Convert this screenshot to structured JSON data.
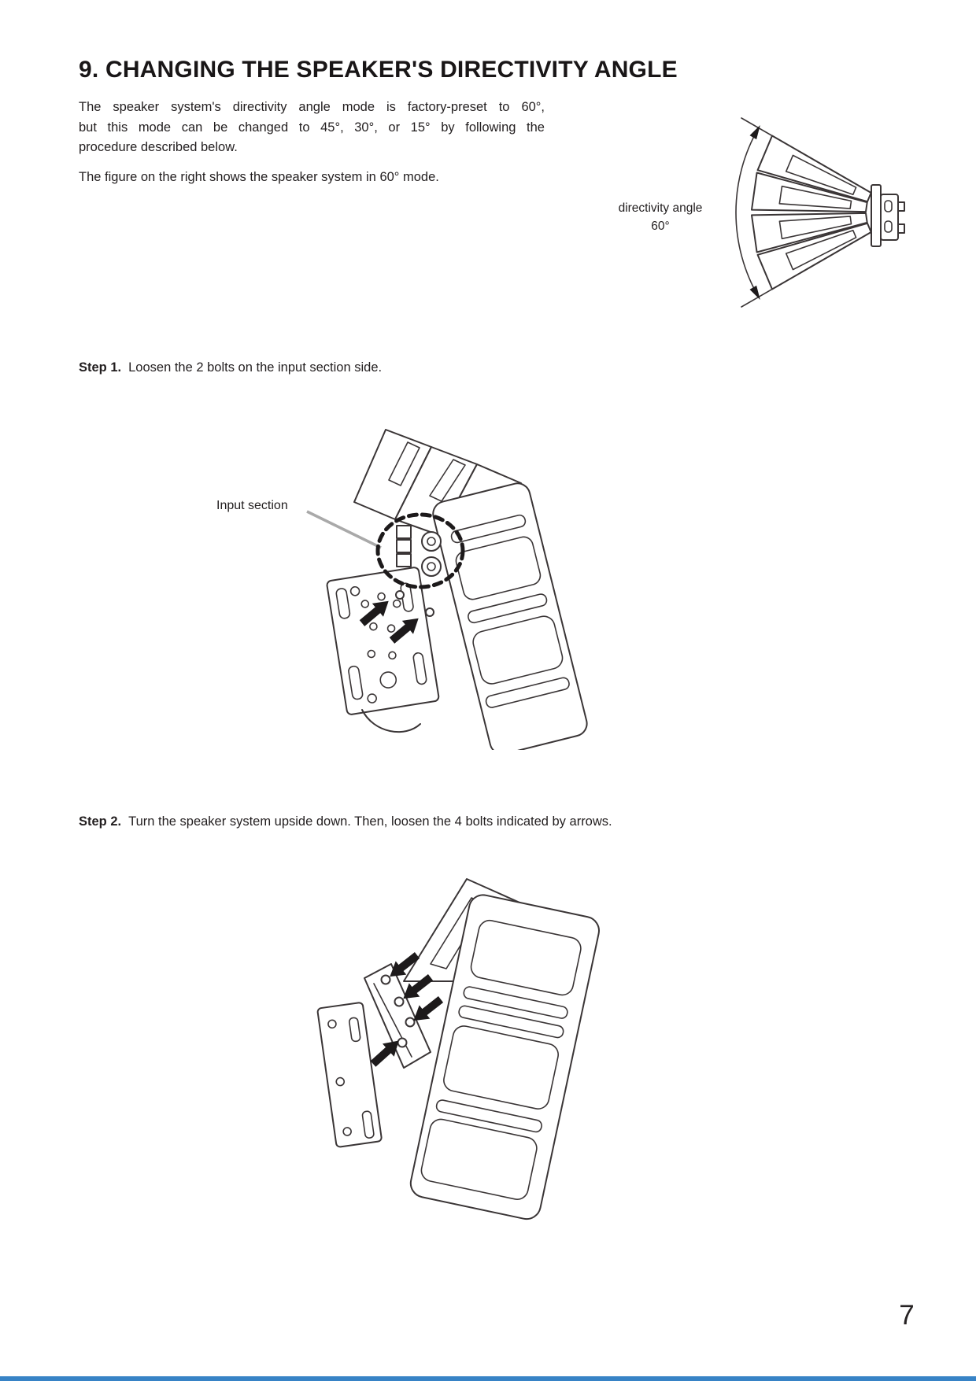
{
  "document": {
    "title": "9. CHANGING THE SPEAKER'S DIRECTIVITY ANGLE",
    "intro_lines": [
      "The speaker system's directivity angle mode is factory-preset to 60°,",
      "but this mode can be changed to 45°, 30°, or 15° by following the",
      "procedure described below."
    ],
    "note": "The figure on the right shows the speaker system in 60° mode.",
    "page_number": "7"
  },
  "directivity_figure": {
    "label": "directivity angle",
    "angle": "60°"
  },
  "step1": {
    "label": "Step 1.",
    "text": "Loosen the 2 bolts on the input section side.",
    "callout": "Input section"
  },
  "step2": {
    "label": "Step 2.",
    "text": "Turn the speaker system upside down. Then, loosen the 4 bolts indicated by arrows."
  },
  "colors": {
    "accent_bar": "#3783c6",
    "line_color": "#3a3536"
  }
}
